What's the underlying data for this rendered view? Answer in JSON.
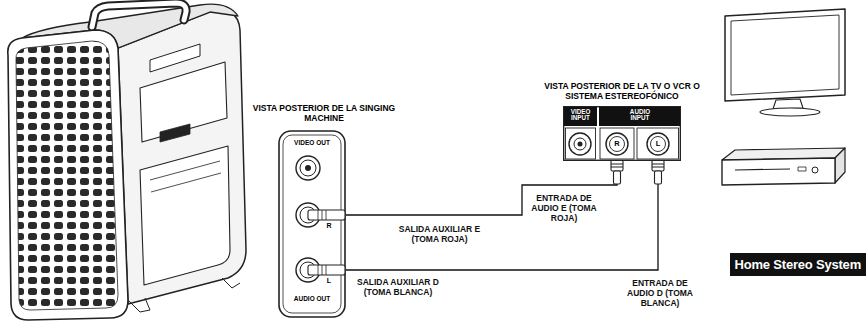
{
  "diagram": {
    "nodes": [
      {
        "text": [
          "VISTA POSTERIOR DE LA SINGING MACHINE",
          "VIDEO OUT",
          "R",
          "L",
          "AUDIO OUT"
        ]
      },
      {
        "text": [
          "VISTA POSTERIOR DE LA TV O VCR O SISTEMA ESTEREOFÓNICO",
          "VIDEO INPUT",
          "AUDIO INPUT",
          "R",
          "L"
        ]
      },
      {
        "text": [
          "Home Stereo System"
        ]
      }
    ],
    "edges": [
      {
        "from": 0,
        "to": 1,
        "arrow": "none"
      },
      {
        "from": 0,
        "to": 1,
        "arrow": "none"
      }
    ],
    "labels": [
      "SALIDA AUXILIAR E (TOMA ROJA)",
      "SALIDA AUXILIAR D (TOMA BLANCA)",
      "ENTRADA DE AUDIO E (TOMA ROJA)",
      "ENTRADA DE AUDIO D (TOMA BLANCA)"
    ]
  }
}
